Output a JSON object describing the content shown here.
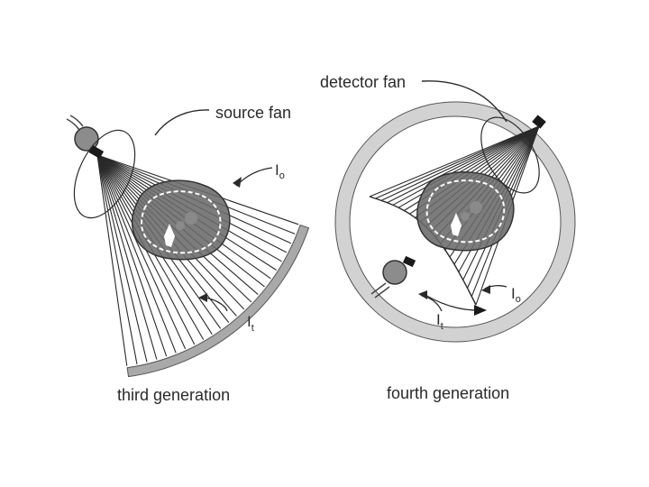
{
  "labels": {
    "source_fan": "source fan",
    "detector_fan": "detector fan",
    "third_generation": "third generation",
    "fourth_generation": "fourth generation",
    "i0_symbol": "I",
    "i0_subscript": "o",
    "it_symbol": "I",
    "it_subscript": "t"
  },
  "colors": {
    "background": "#ffffff",
    "lines": "#2a2a2a",
    "detector_arc": "#a9a9a9",
    "ring": "#d2d2d2",
    "body_section": "#6a6a6a",
    "source": "#8c8c8c"
  }
}
